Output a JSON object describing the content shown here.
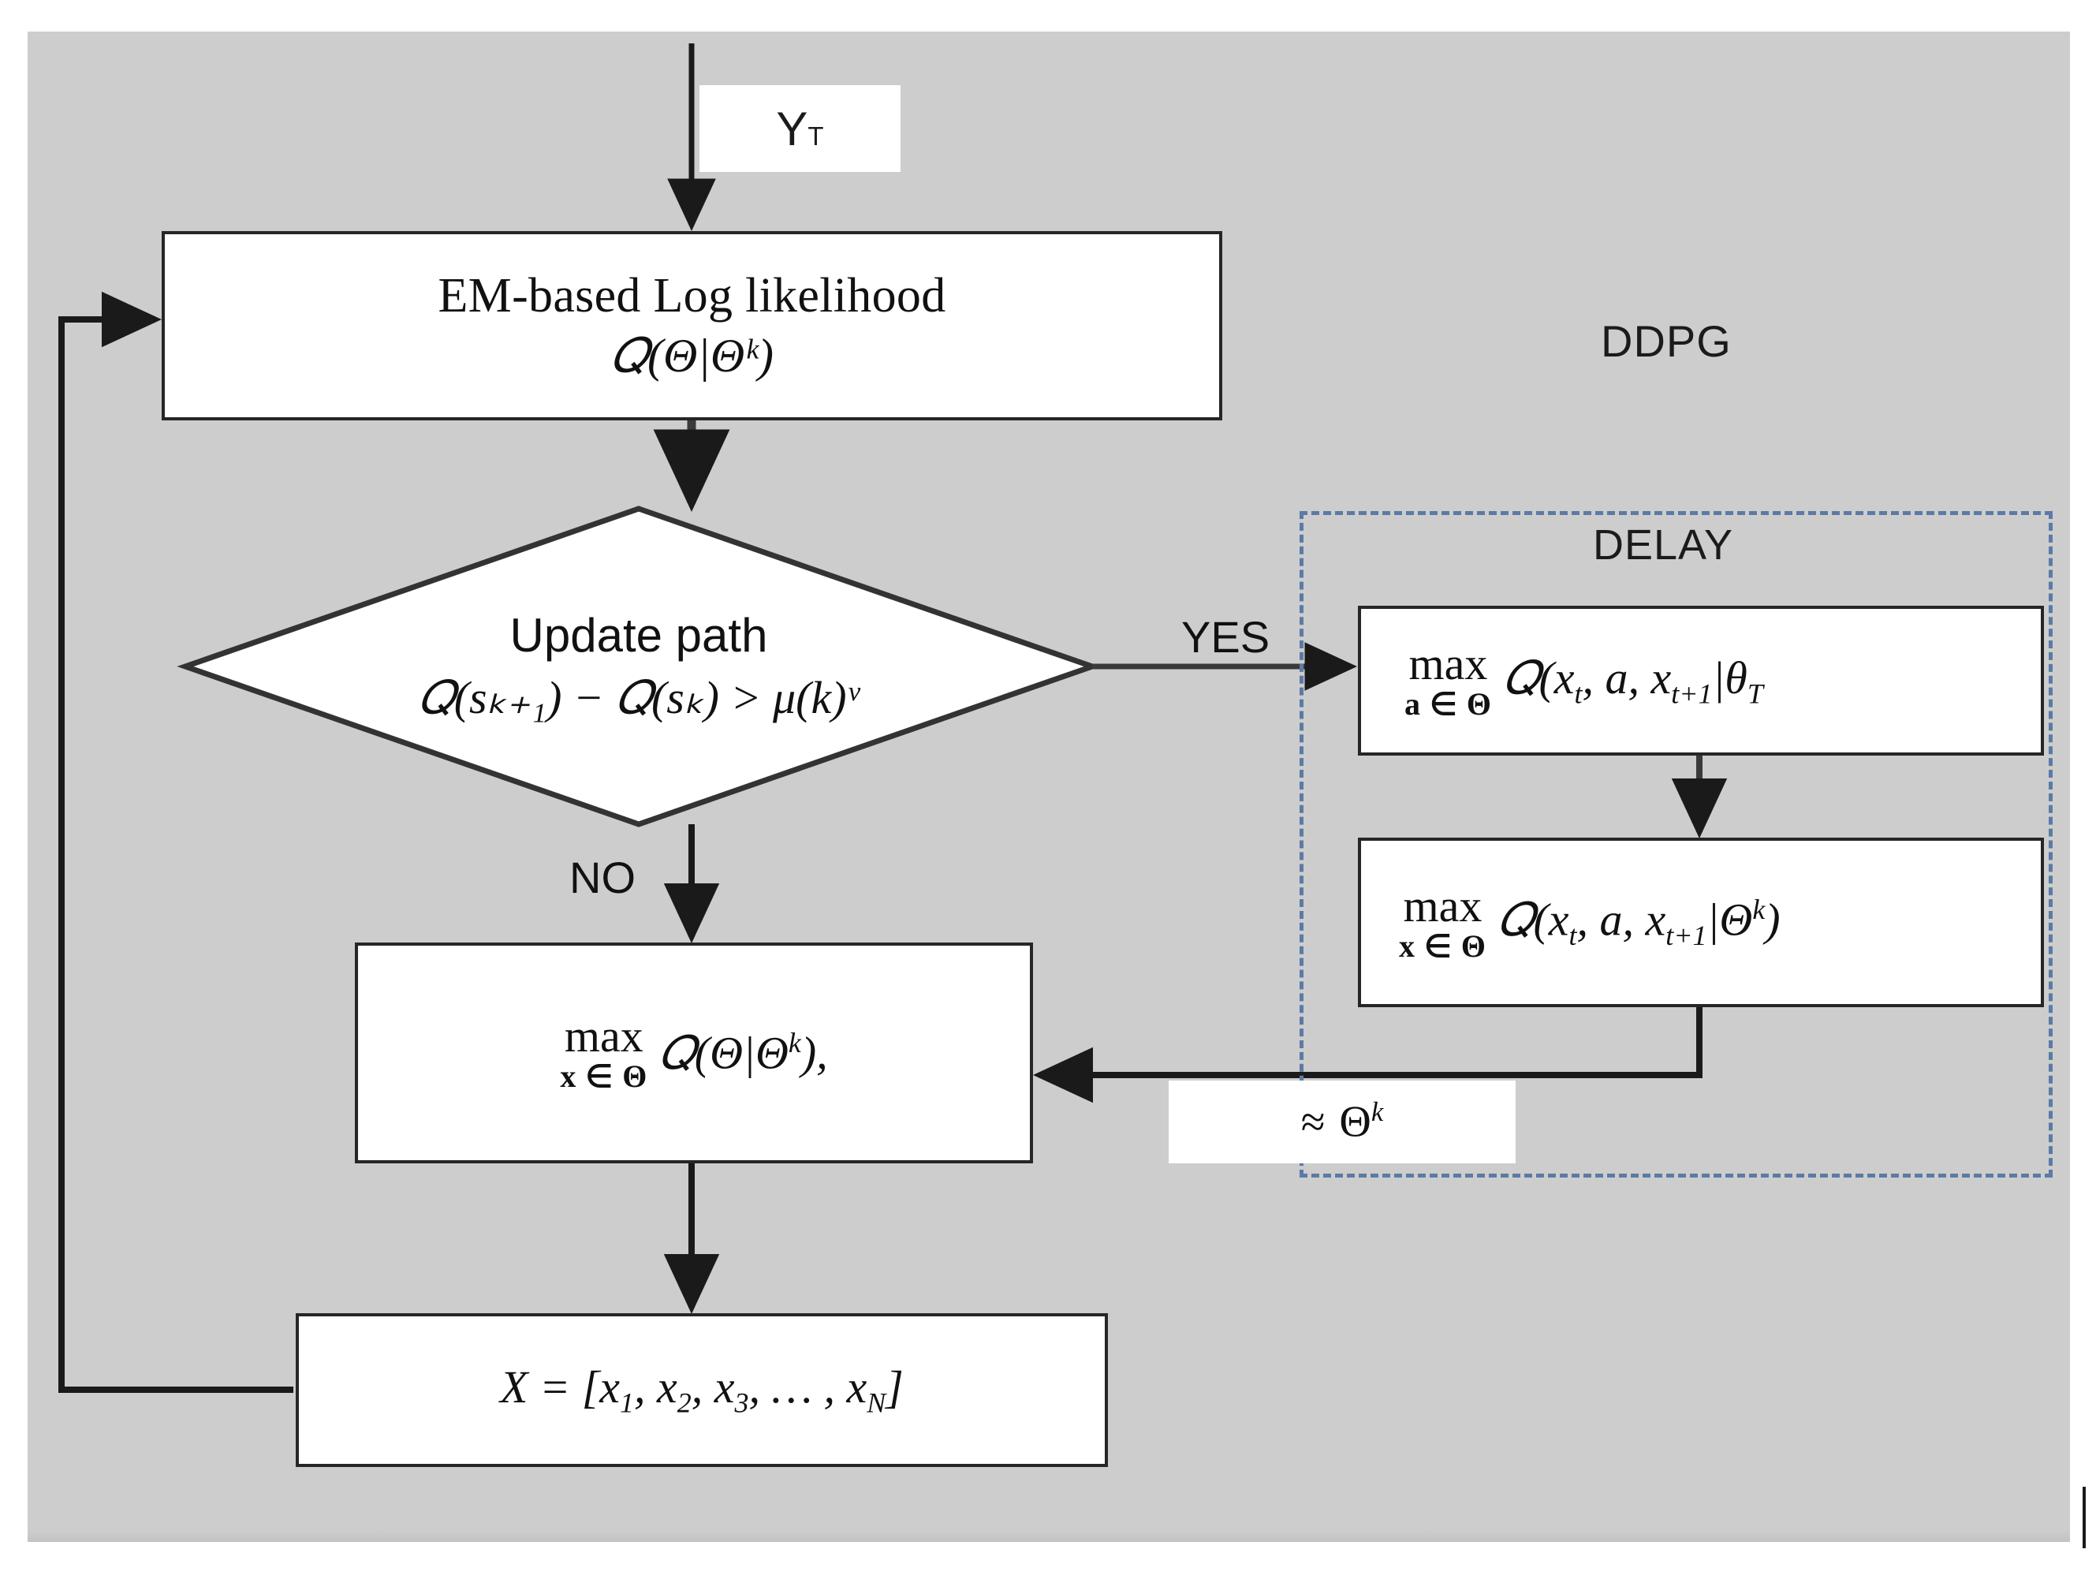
{
  "canvas": {
    "background_color": "#cdcdcd",
    "page_background": "#ffffff"
  },
  "colors": {
    "node_border": "#262626",
    "node_fill": "#ffffff",
    "arrow": "#1a1a1a",
    "dashed_region": "#5b7ba6",
    "text": "#111111"
  },
  "labels": {
    "ddpg": "DDPG",
    "delay": "DELAY",
    "yes": "YES",
    "no": "NO"
  },
  "input": {
    "symbol": "Y",
    "subscript": "T"
  },
  "nodes": {
    "em": {
      "title": "EM-based Log likelihood",
      "formula": "𝑄(Θ|Θᵏ)"
    },
    "decision": {
      "line1": "Update path",
      "line2": "𝑄(sₖ₊₁) − 𝑄(sₖ) > μ(k)ᵛ"
    },
    "maxq": {
      "formula": "max ᵡ∈Θ 𝑄(Θ|Θᵏ),"
    },
    "xvector": {
      "formula": "X = [x₁, x₂, x₃, … , xꜱ]"
    },
    "delay_first": {
      "max_top": "max",
      "max_bottom": "a ∈ Θ",
      "expr": "𝑄(xₜ, a, xₜ₊₁|θᴛ"
    },
    "delay_second": {
      "max_top": "max",
      "max_bottom": "x ∈ Θ",
      "expr": "𝑄(xₜ, a, xₜ₊₁|Θᵏ)"
    }
  },
  "approx": {
    "symbol": "≈",
    "value": "Θᵏ"
  },
  "edges": [
    {
      "name": "input-to-em",
      "from": "Y_T",
      "to": "EM box",
      "label": ""
    },
    {
      "name": "em-to-decision",
      "from": "EM box",
      "to": "Update path",
      "label": ""
    },
    {
      "name": "decision-yes",
      "from": "Update path",
      "to": "delay first box",
      "label": "YES"
    },
    {
      "name": "decision-no",
      "from": "Update path",
      "to": "max Q box",
      "label": "NO"
    },
    {
      "name": "delay1-to-delay2",
      "from": "delay first box",
      "to": "delay second box",
      "label": ""
    },
    {
      "name": "delay2-to-maxq",
      "from": "delay second box",
      "to": "max Q box",
      "label": "≈ Θᵏ"
    },
    {
      "name": "maxq-to-xvector",
      "from": "max Q box",
      "to": "X vector box",
      "label": ""
    },
    {
      "name": "xvector-feedback",
      "from": "X vector box",
      "to": "EM box",
      "label": ""
    }
  ]
}
